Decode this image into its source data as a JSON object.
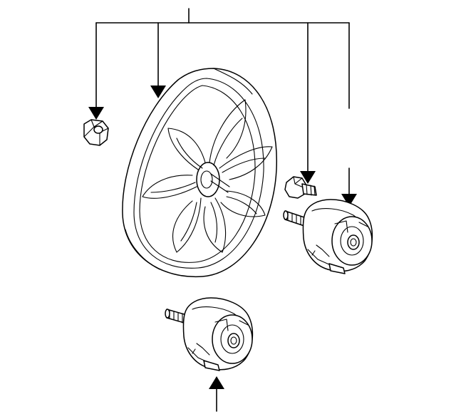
{
  "diagram": {
    "style": "line-art exploded parts view",
    "line_color": "#000000",
    "background_color": "#ffffff",
    "parts": [
      {
        "name": "fan-blade-assembly",
        "icon": "fan-icon"
      },
      {
        "name": "hex-nut",
        "icon": "nut-icon"
      },
      {
        "name": "mounting-bolt",
        "icon": "bolt-icon"
      },
      {
        "name": "fan-motor-upper",
        "icon": "motor-icon"
      },
      {
        "name": "fan-motor-lower",
        "icon": "motor-icon"
      }
    ],
    "callouts": [
      {
        "target": "hex-nut"
      },
      {
        "target": "fan-blade-assembly"
      },
      {
        "target": "mounting-bolt"
      },
      {
        "target": "fan-motor-upper"
      },
      {
        "target": "fan-motor-lower"
      }
    ]
  }
}
